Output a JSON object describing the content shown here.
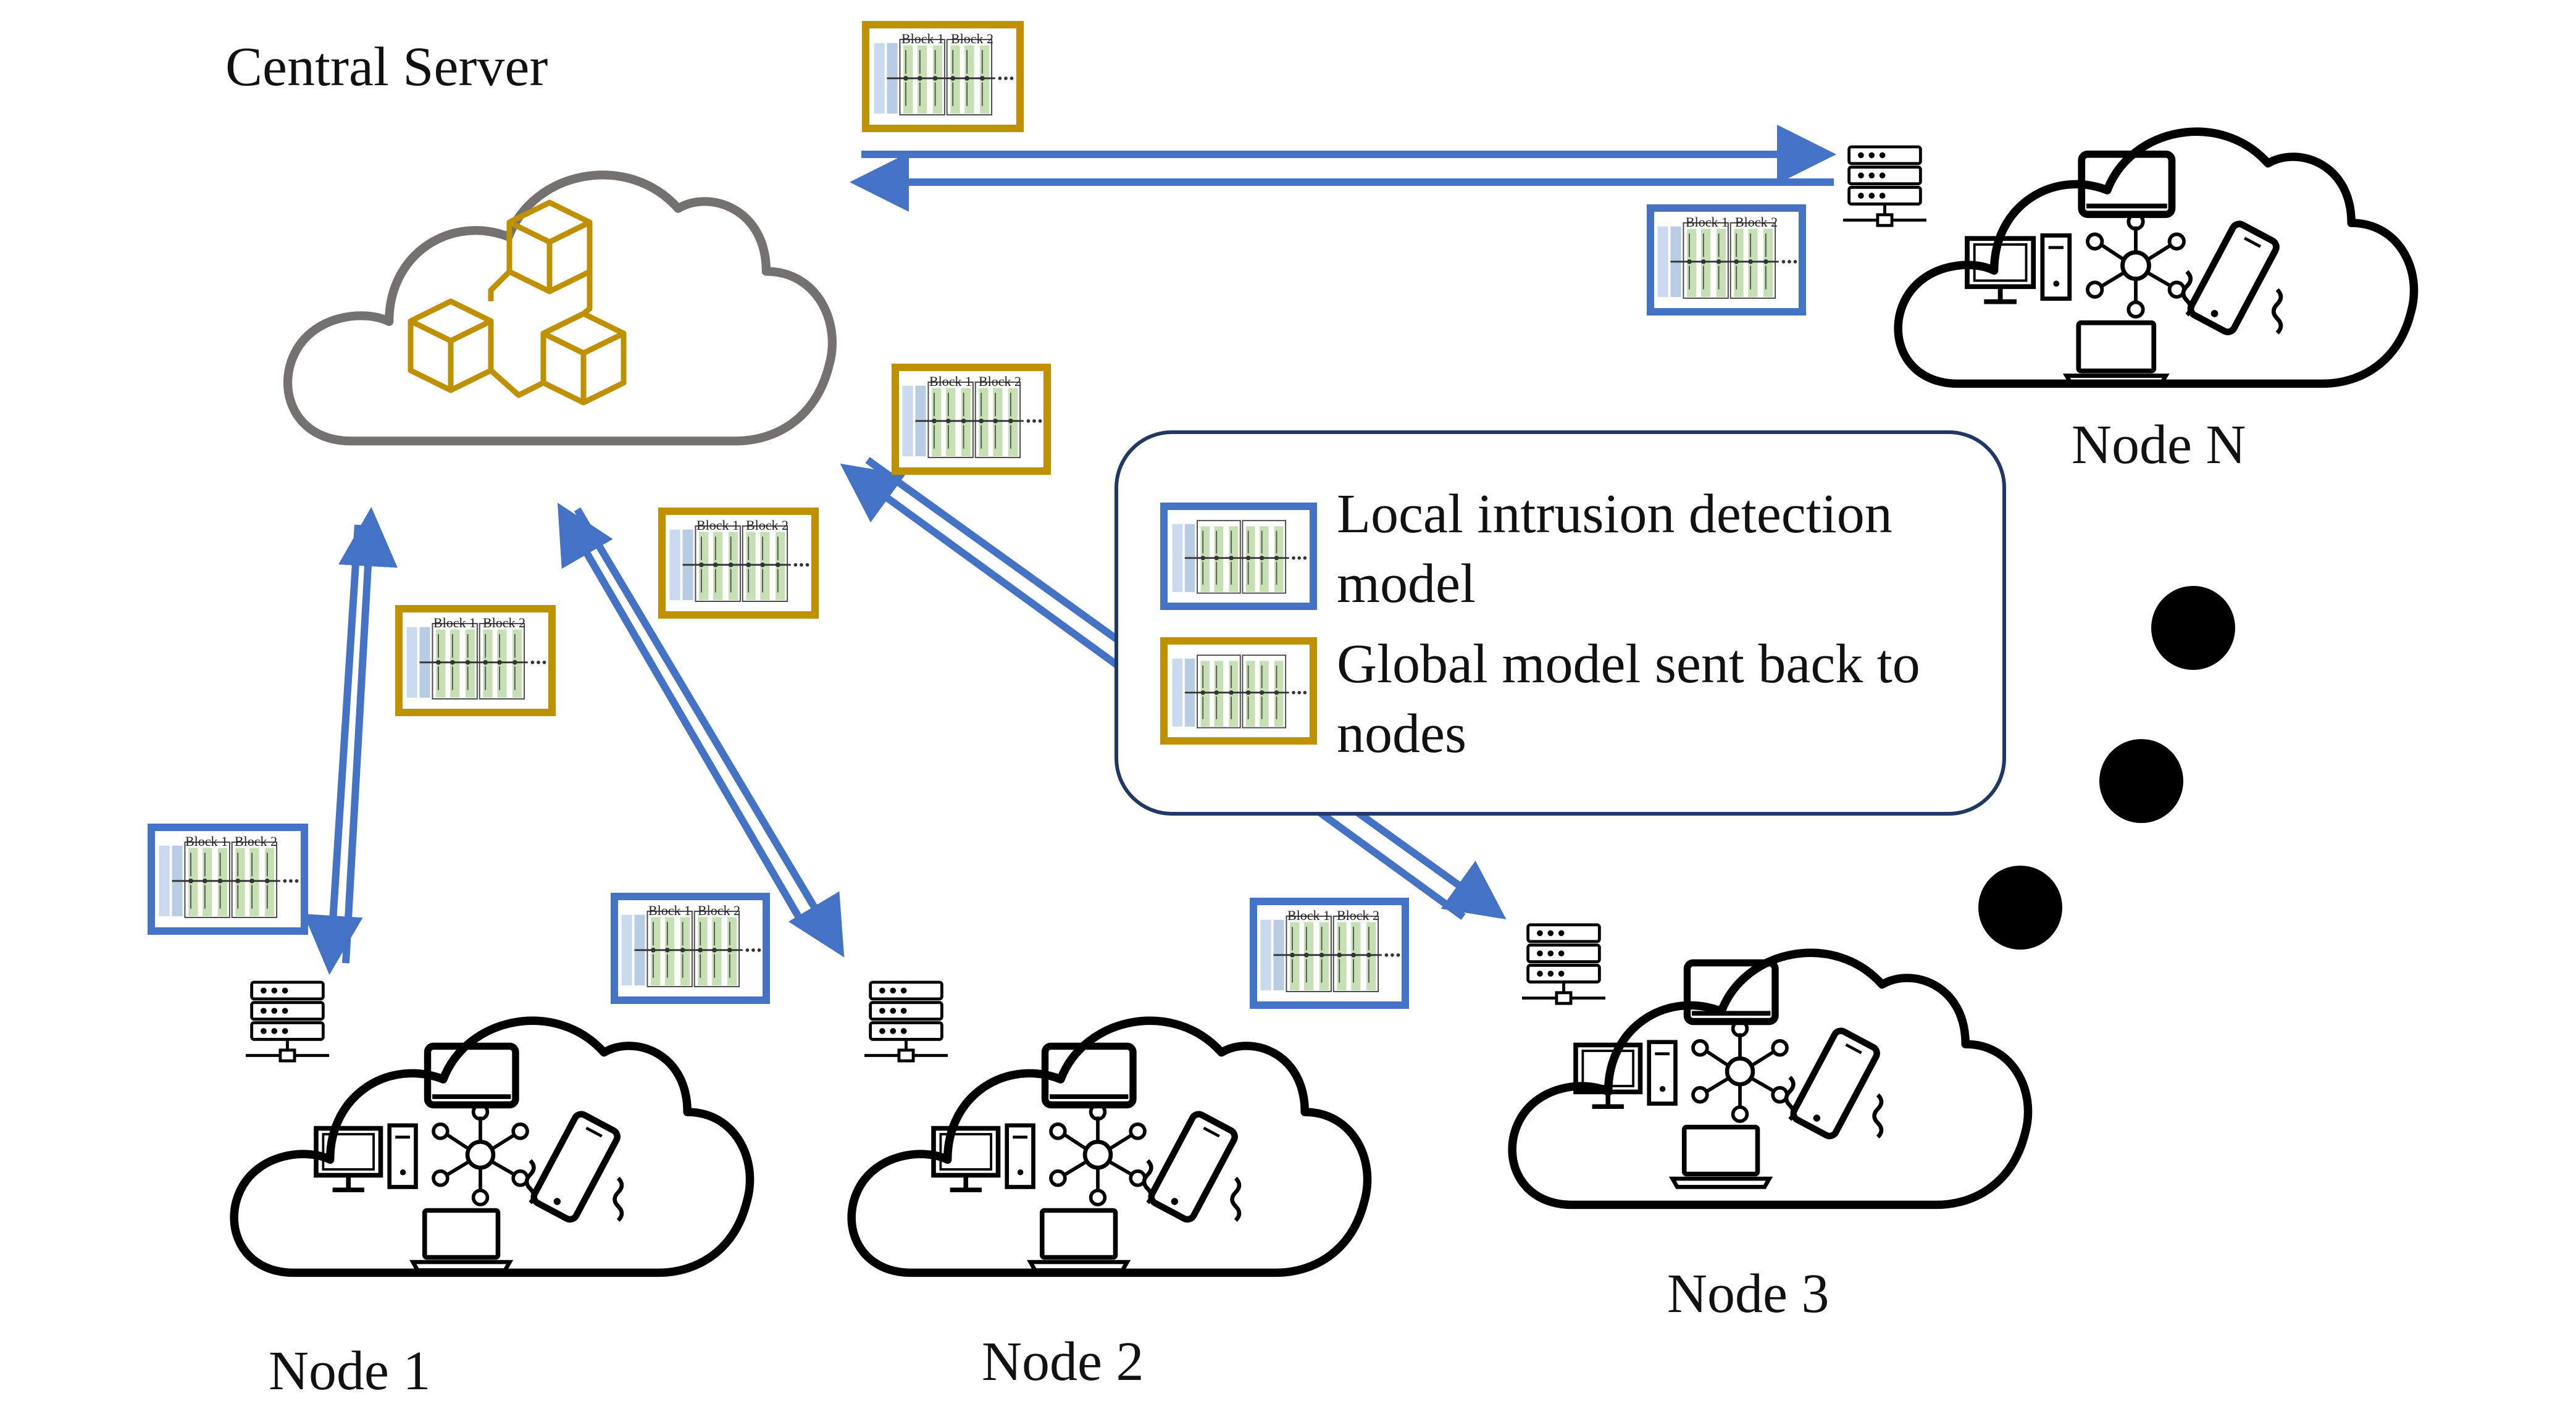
{
  "labels": {
    "central_server": "Central Server",
    "node_n": "Node N",
    "node_1": "Node 1",
    "node_2": "Node 2",
    "node_3": "Node 3"
  },
  "legend": {
    "local_line1": "Local intrusion detection",
    "local_line2": "model",
    "global_line1": "Global model sent back to",
    "global_line2": "nodes"
  },
  "model_thumb": {
    "block1": "Block 1",
    "block2": "Block 2",
    "ellipsis": "..."
  },
  "colors": {
    "local_frame": "#4472C4",
    "global_frame": "#BF9000",
    "arrow": "#4472C4",
    "server_cloud": "#767171",
    "node_cloud": "#000000",
    "cubes": "#BF9000"
  }
}
